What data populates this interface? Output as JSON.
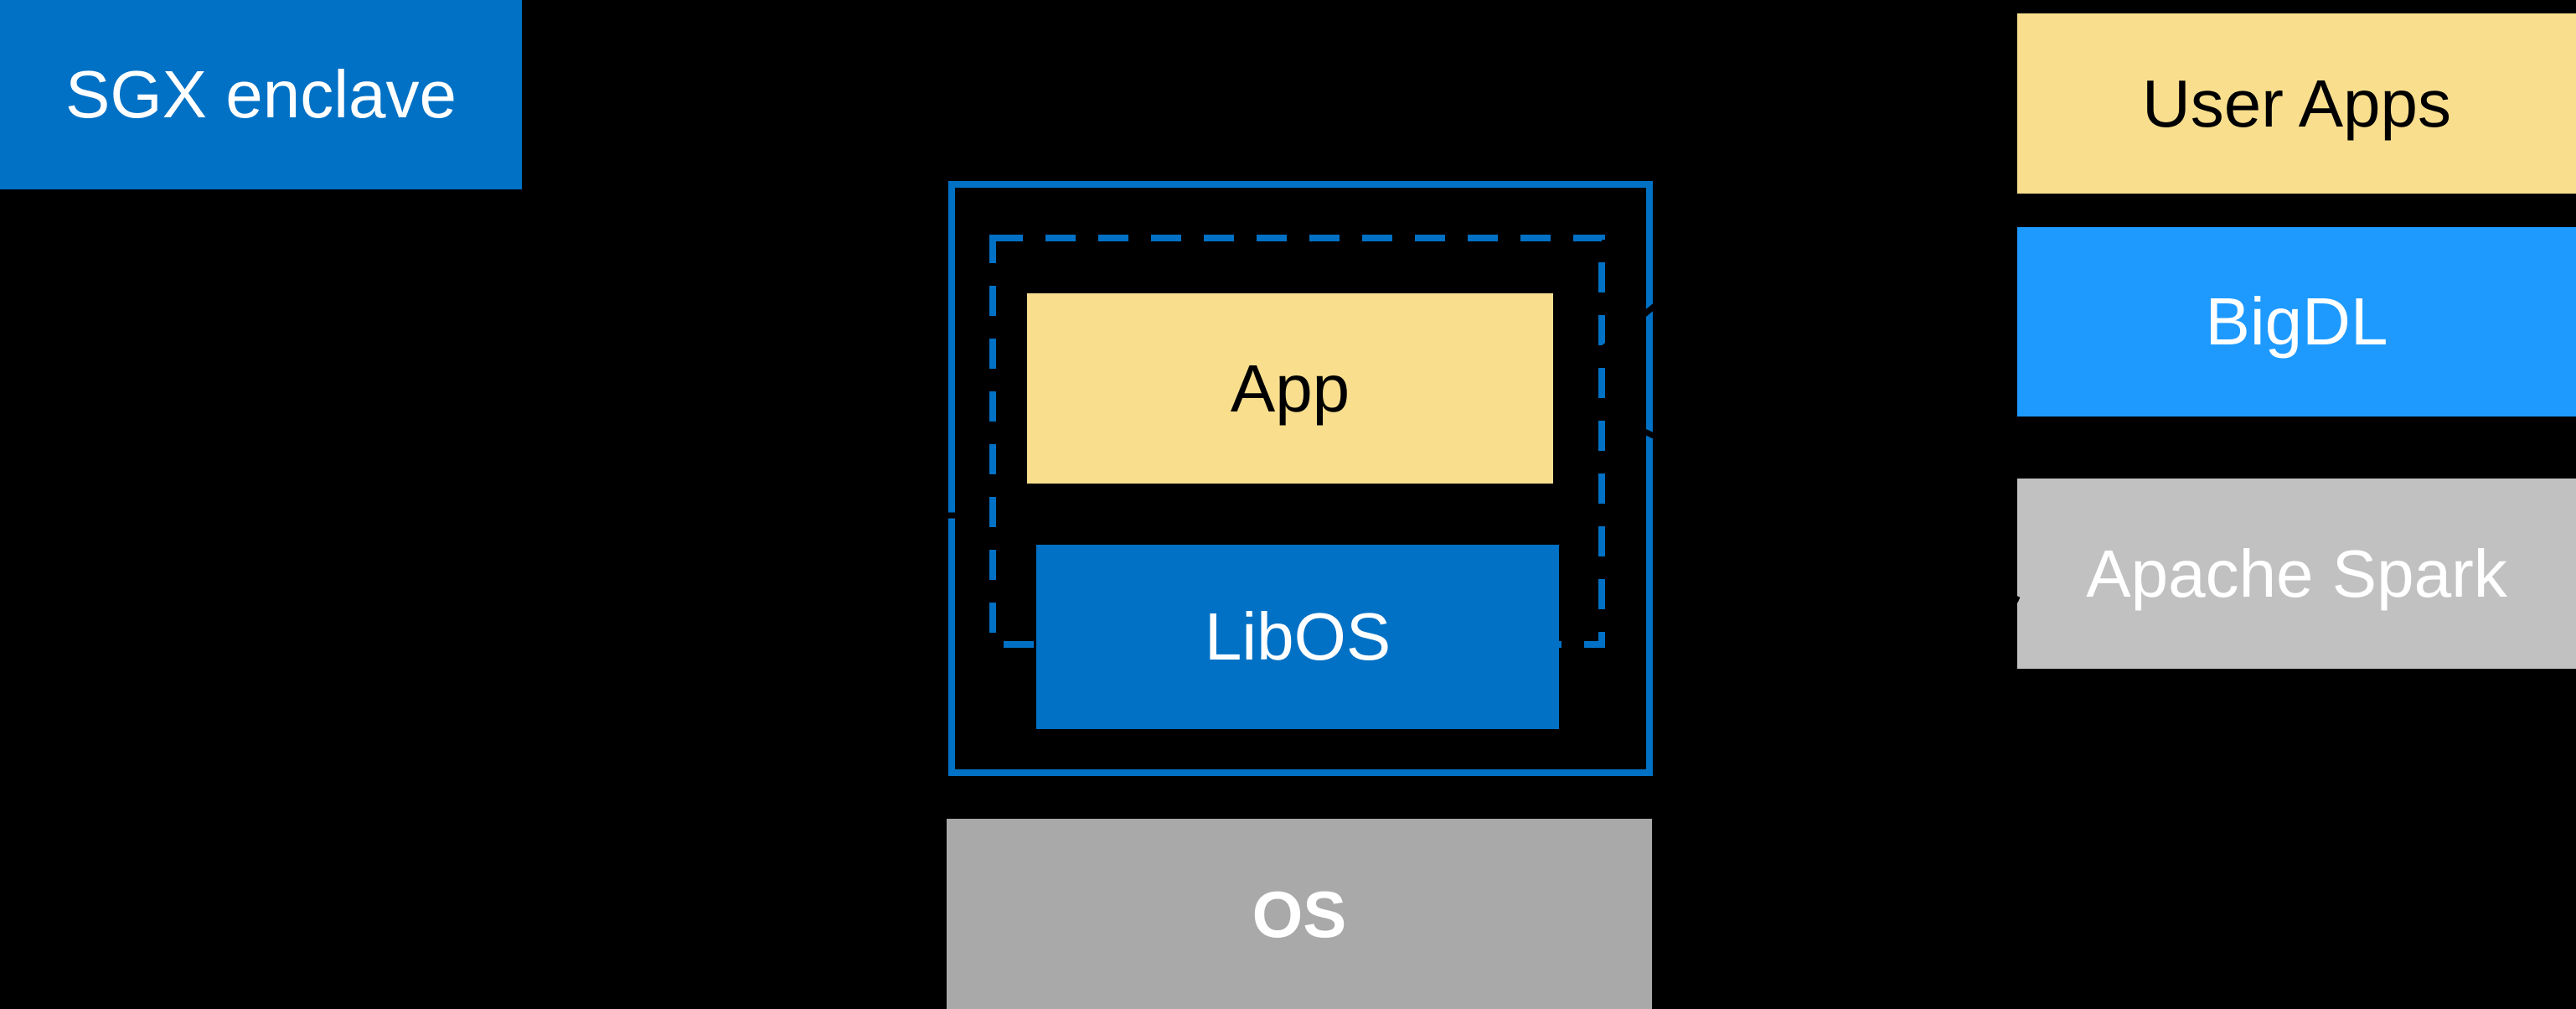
{
  "colors": {
    "background": "#000000",
    "intel_blue": "#0071C5",
    "bright_blue": "#1E9AFF",
    "sand_yellow": "#F8DE8D",
    "light_gray": "#C1C1C1",
    "medium_gray": "#A9A9A9",
    "connector_black": "#000000",
    "text_white": "#FFFFFF",
    "text_black": "#000000"
  },
  "diagram": {
    "sgx_enclave": {
      "label": "SGX enclave"
    },
    "enclave": {
      "app": {
        "label": "App"
      },
      "libos": {
        "label": "LibOS"
      }
    },
    "os": {
      "label": "OS"
    },
    "right_stack": [
      {
        "label": "User Apps"
      },
      {
        "label": "BigDL"
      },
      {
        "label": "Apache Spark"
      }
    ]
  }
}
